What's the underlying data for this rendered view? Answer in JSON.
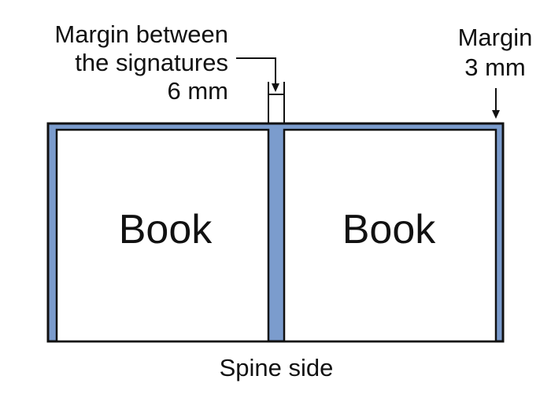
{
  "labels": {
    "gutter_line1": "Margin between",
    "gutter_line2": "the signatures",
    "gutter_line3": "6 mm",
    "margin_line1": "Margin",
    "margin_line2": "3 mm",
    "spine": "Spine side"
  },
  "pages": {
    "left": "Book",
    "right": "Book"
  },
  "colors": {
    "margin_fill": "#7b9ccd",
    "outline": "#111111",
    "page": "#ffffff"
  }
}
